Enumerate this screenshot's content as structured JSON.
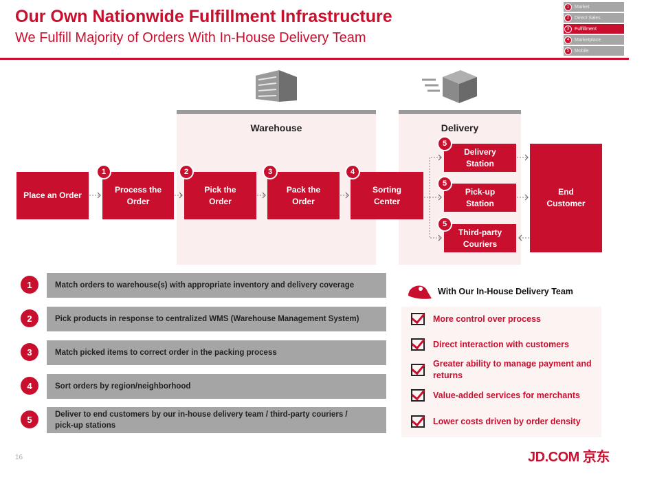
{
  "header": {
    "title": "Our Own Nationwide Fulfillment Infrastructure",
    "subtitle": "We Fulfill Majority of Orders With In-House Delivery Team"
  },
  "nav": [
    {
      "num": "1",
      "label": "Market"
    },
    {
      "num": "2",
      "label": "Direct Sales"
    },
    {
      "num": "3",
      "label": "Fulfillment",
      "active": true
    },
    {
      "num": "4",
      "label": "Marketplace"
    },
    {
      "num": "5",
      "label": "Mobile"
    }
  ],
  "flow": {
    "warehouse_label": "Warehouse",
    "delivery_label": "Delivery",
    "place_order": "Place an Order",
    "process": "Process the Order",
    "pick": "Pick the Order",
    "pack": "Pack the Order",
    "sorting": "Sorting Center",
    "delivery_station": "Delivery Station",
    "pickup_station": "Pick-up Station",
    "third_party": "Third-party Couriers",
    "end_customer": "End Customer",
    "nums": [
      "1",
      "2",
      "3",
      "4",
      "5"
    ]
  },
  "steps": [
    {
      "num": "1",
      "text": "Match orders to warehouse(s) with appropriate inventory and delivery coverage"
    },
    {
      "num": "2",
      "text": "Pick products in response to centralized WMS (Warehouse Management System)"
    },
    {
      "num": "3",
      "text": "Match picked items to correct order in the packing process"
    },
    {
      "num": "4",
      "text": "Sort orders by region/neighborhood"
    },
    {
      "num": "5",
      "text": "Deliver to end customers by our in-house delivery team / third-party couriers / pick-up stations"
    }
  ],
  "benefits": {
    "heading": "With Our In-House Delivery Team",
    "items": [
      "More control over process",
      "Direct interaction with customers",
      "Greater ability to manage payment and returns",
      "Value-added services for merchants",
      "Lower costs driven by order density"
    ]
  },
  "footer": {
    "page": "16",
    "logo": "JD.COM 京东"
  }
}
